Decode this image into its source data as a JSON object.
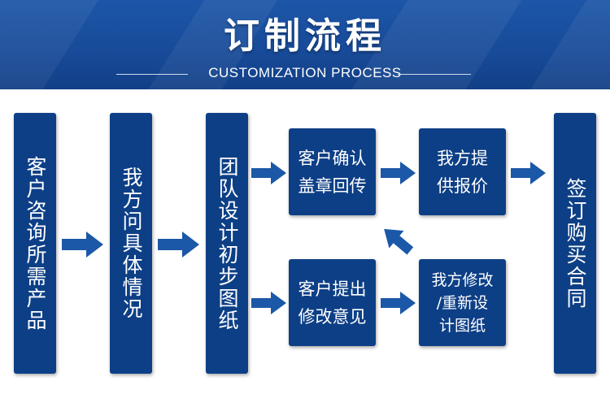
{
  "header": {
    "title": "订制流程",
    "subtitle": "CUSTOMIZATION PROCESS"
  },
  "steps": [
    {
      "label": "客户咨询所需产品"
    },
    {
      "label": "我方问具体情况"
    },
    {
      "label": "团队设计初步图纸"
    },
    {
      "label": "客户确认\n盖章回传"
    },
    {
      "label": "我方提\n供报价"
    },
    {
      "label": "签订购买合同"
    },
    {
      "label": "客户提出\n修改意见"
    },
    {
      "label": "我方修改\n/重新设\n计图纸"
    }
  ],
  "colors": {
    "banner": "#174a98",
    "box": "#0d3f86",
    "arrow": "#1b58a7",
    "text": "#ffffff"
  },
  "icons": {
    "arrow": "arrow-right-icon",
    "arrow_up_left": "arrow-up-left-icon"
  }
}
